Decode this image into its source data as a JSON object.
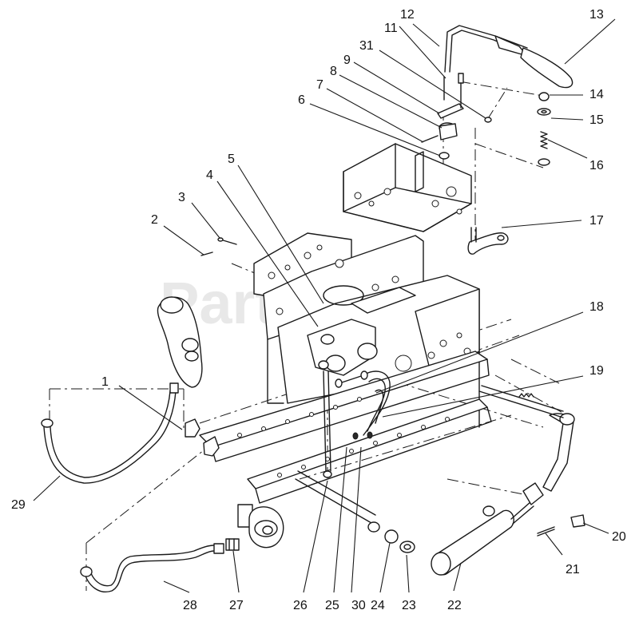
{
  "watermark": "PartsTree",
  "callouts": [
    {
      "id": "1",
      "label": "1"
    },
    {
      "id": "2",
      "label": "2"
    },
    {
      "id": "3",
      "label": "3"
    },
    {
      "id": "4",
      "label": "4"
    },
    {
      "id": "5",
      "label": "5"
    },
    {
      "id": "6",
      "label": "6"
    },
    {
      "id": "7",
      "label": "7"
    },
    {
      "id": "8",
      "label": "8"
    },
    {
      "id": "9",
      "label": "9"
    },
    {
      "id": "11",
      "label": "11"
    },
    {
      "id": "12",
      "label": "12"
    },
    {
      "id": "13",
      "label": "13"
    },
    {
      "id": "14",
      "label": "14"
    },
    {
      "id": "15",
      "label": "15"
    },
    {
      "id": "16",
      "label": "16"
    },
    {
      "id": "17",
      "label": "17"
    },
    {
      "id": "18",
      "label": "18"
    },
    {
      "id": "19",
      "label": "19"
    },
    {
      "id": "20",
      "label": "20"
    },
    {
      "id": "21",
      "label": "21"
    },
    {
      "id": "22",
      "label": "22"
    },
    {
      "id": "23",
      "label": "23"
    },
    {
      "id": "24",
      "label": "24"
    },
    {
      "id": "25",
      "label": "25"
    },
    {
      "id": "26",
      "label": "26"
    },
    {
      "id": "27",
      "label": "27"
    },
    {
      "id": "28",
      "label": "28"
    },
    {
      "id": "29",
      "label": "29"
    },
    {
      "id": "30",
      "label": "30"
    },
    {
      "id": "31",
      "label": "31"
    }
  ]
}
